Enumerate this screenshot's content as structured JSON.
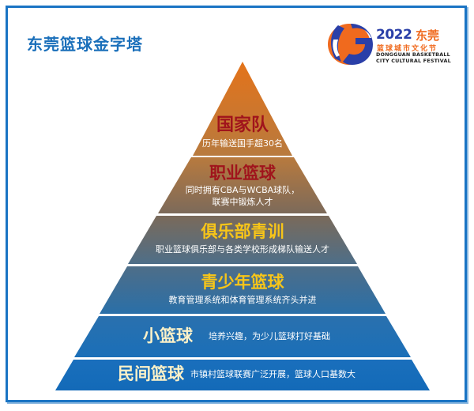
{
  "header": {
    "title": "东莞篮球金字塔"
  },
  "logo": {
    "year": "2022",
    "city": "东莞",
    "subtitle_cn": "篮球城市文化节",
    "subtitle_en_line1": "DONGGUAN BASKETBALL",
    "subtitle_en_line2": "CITY CULTURAL FESTIVAL",
    "colors": {
      "blue": "#2a3fa8",
      "orange": "#f06a1e"
    }
  },
  "pyramid": {
    "levels": [
      {
        "title": "国家队",
        "desc": "历年输送国手超30名",
        "title_color": "#a0141c",
        "fill_top": "#e4731a",
        "fill_bottom": "#b87a3e"
      },
      {
        "title": "职业篮球",
        "desc_line1": "同时拥有CBA与WCBA球队，",
        "desc_line2": "联赛中锻炼人才",
        "title_color": "#a0141c",
        "fill_top": "#b87a3e",
        "fill_bottom": "#7c6a5a"
      },
      {
        "title": "俱乐部青训",
        "desc": "职业篮球俱乐部与各类学校形成梯队输送人才",
        "title_color": "#f7c519",
        "fill_top": "#7a6a5a",
        "fill_bottom": "#4e6e88"
      },
      {
        "title": "青少年篮球",
        "desc": "教育管理系统和体育管理系统齐头并进",
        "title_color": "#f7c519",
        "fill_top": "#4e6e88",
        "fill_bottom": "#2a6fa8"
      },
      {
        "title": "小篮球",
        "desc": "培养兴趣，为少儿篮球打好基础",
        "title_color": "#fbf1c8",
        "fill_top": "#2a70ae",
        "fill_bottom": "#1a6fb8"
      },
      {
        "title": "民间篮球",
        "desc": "市镇村篮球联赛广泛开展，篮球人口基数大",
        "title_color": "#fbf1c8",
        "fill_top": "#1a6fbc",
        "fill_bottom": "#136ab8"
      }
    ]
  },
  "colors": {
    "frame": "#1a74c4",
    "title": "#1a6fba",
    "divider": "#e8eef4"
  }
}
